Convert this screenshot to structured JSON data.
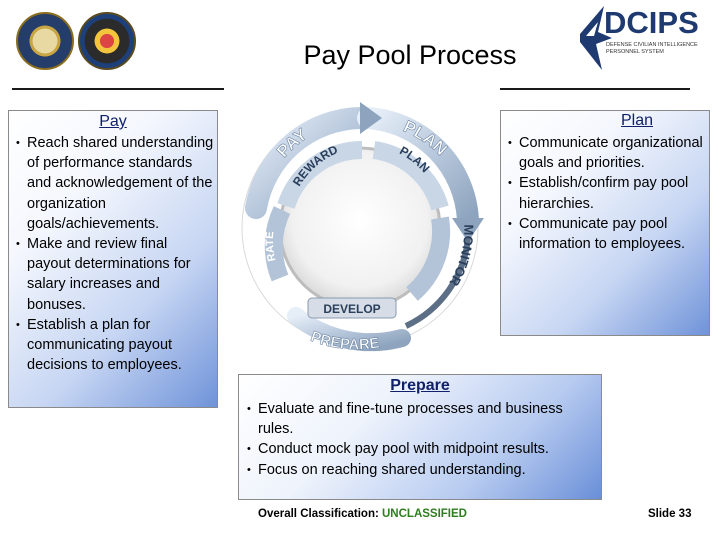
{
  "header": {
    "title": "Pay Pool Process",
    "logo_text": "DCIPS",
    "logo_subtitle": "Defense Civilian Intelligence Personnel System",
    "colors": {
      "logo_blue": "#1e3a70",
      "heading_blue": "#11206a",
      "classification_green": "#2e7d1e"
    }
  },
  "cycle": {
    "outer_labels": [
      "PAY",
      "PLAN",
      "MONITOR",
      "PREPARE"
    ],
    "inner_labels": [
      "REWARD",
      "PLAN",
      "RATE",
      "DEVELOP"
    ]
  },
  "pay": {
    "heading": "Pay",
    "bullets": [
      "Reach shared understanding of performance standards and acknowledgement of the organization goals/achievements.",
      "Make and review final payout determinations for salary increases and bonuses.",
      "Establish a plan for communicating payout decisions to employees."
    ]
  },
  "plan": {
    "heading": "Plan",
    "bullets": [
      "Communicate organizational goals and priorities.",
      "Establish/confirm pay pool hierarchies.",
      "Communicate pay pool information to employees."
    ]
  },
  "prepare": {
    "heading": "Prepare",
    "bullets": [
      "Evaluate and fine-tune processes and business rules.",
      "Conduct mock pay pool with midpoint results.",
      "Focus on reaching shared understanding."
    ]
  },
  "footer": {
    "classification_label": "Overall Classification:",
    "classification_value": "UNCLASSIFIED",
    "slide_label": "Slide 33"
  }
}
